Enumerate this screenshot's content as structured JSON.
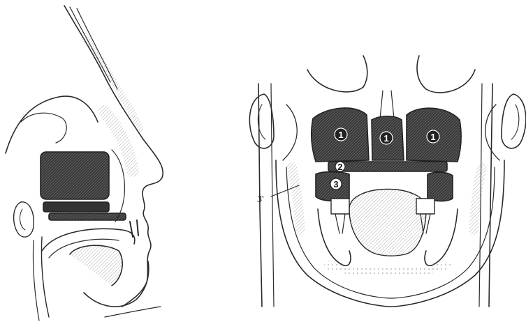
{
  "figure": {
    "sagittal_view": {},
    "coronal_view": {
      "labels": {
        "region1_left": "1",
        "region1_center": "1",
        "region1_right": "1",
        "region2": "2",
        "region3": "3",
        "callout": "3'"
      }
    }
  },
  "colors": {
    "line": "#2a2a2a",
    "shading": "#3a3a3a",
    "hatch": "#555555",
    "background": "#ffffff"
  }
}
